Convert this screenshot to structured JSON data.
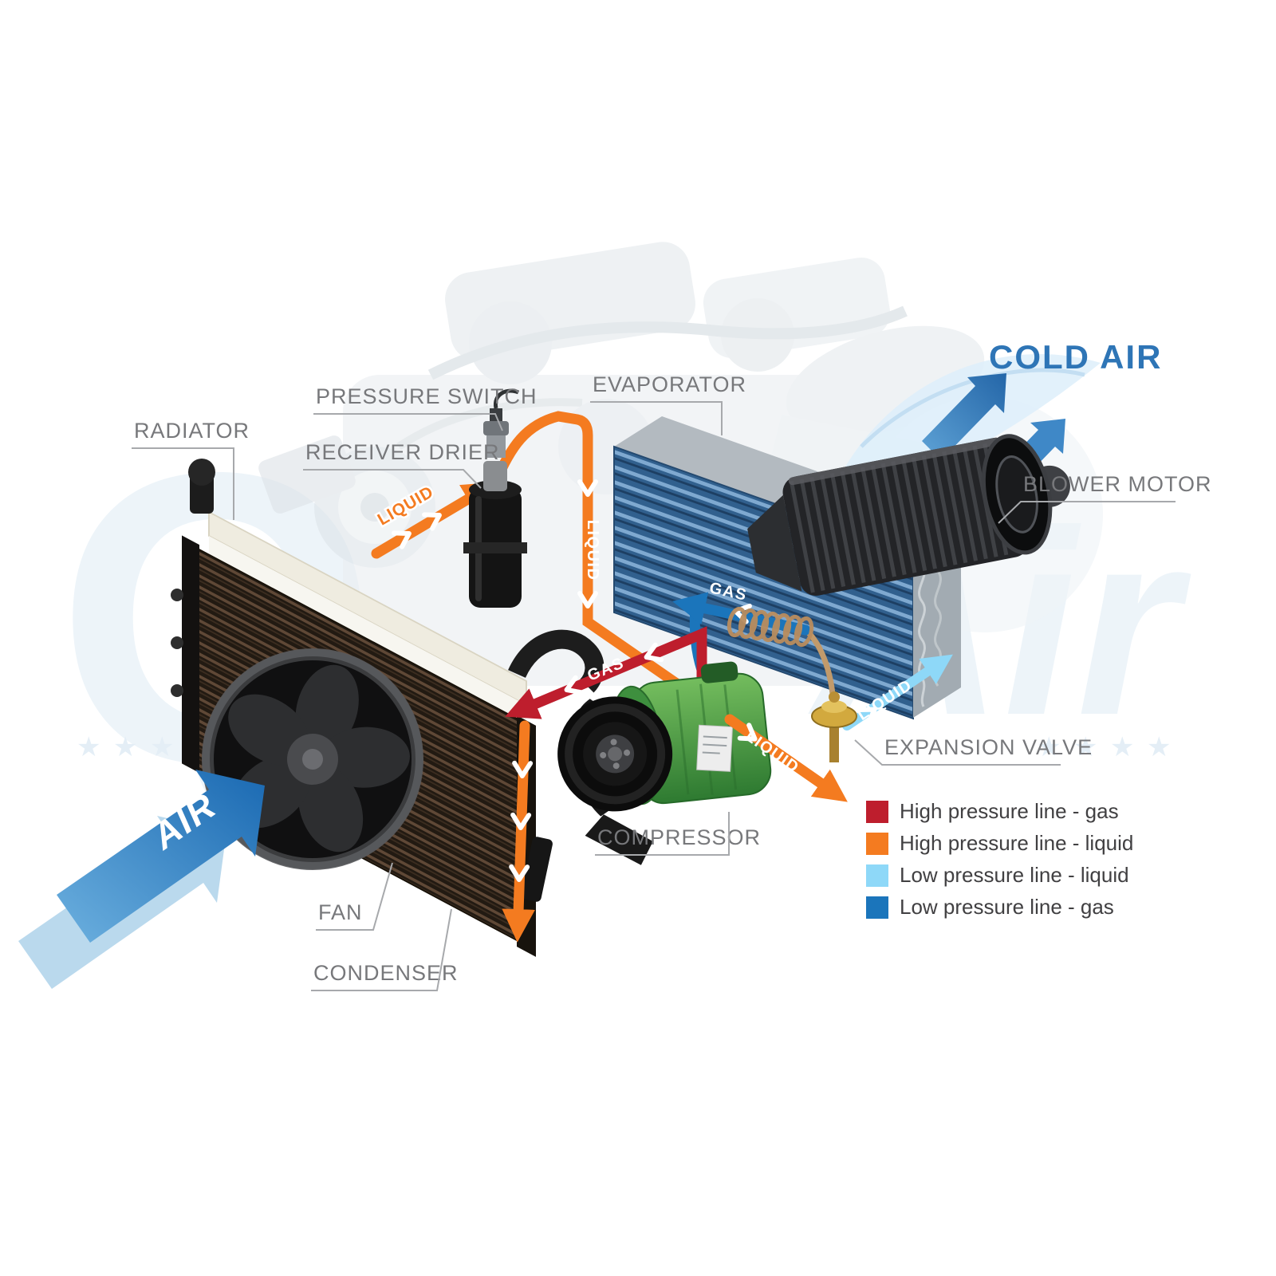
{
  "watermark": {
    "left": "Q",
    "right": "Air",
    "star": "★"
  },
  "flow_labels": {
    "cold_air": "COLD AIR",
    "air": "AIR",
    "gas": "GAS",
    "liquid": "LIQUID"
  },
  "component_labels": {
    "radiator": "RADIATOR",
    "pressure_switch": "PRESSURE SWITCH",
    "receiver_drier": "RECEIVER DRIER",
    "evaporator": "EVAPORATOR",
    "blower_motor": "BLOWER MOTOR",
    "expansion_valve": "EXPANSION VALVE",
    "compressor": "COMPRESSOR",
    "fan": "FAN",
    "condenser": "CONDENSER"
  },
  "legend": {
    "items": [
      {
        "color": "#be1e2d",
        "label": "High pressure line - gas"
      },
      {
        "color": "#f47b20",
        "label": "High pressure line - liquid"
      },
      {
        "color": "#8ed8f8",
        "label": "Low pressure line - liquid"
      },
      {
        "color": "#1b75bb",
        "label": "Low pressure line - gas"
      }
    ]
  },
  "colors": {
    "high_pressure_gas": "#be1e2d",
    "high_pressure_liquid": "#f47b20",
    "low_pressure_liquid": "#8ed8f8",
    "low_pressure_gas": "#1b75bb",
    "cold_air_text": "#2e75b6",
    "label_text": "#77787b"
  }
}
